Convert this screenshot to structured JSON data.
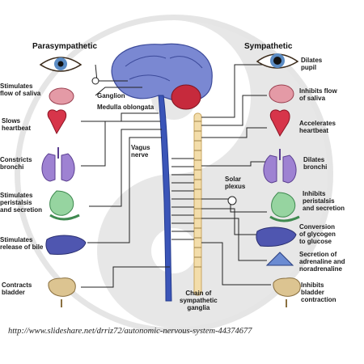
{
  "headers": {
    "parasympathetic": "Parasympathetic",
    "sympathetic": "Sympathetic"
  },
  "left_labels": [
    "Stimulates\nflow of saliva",
    "Slows\nheartbeat",
    "Constricts\nbronchi",
    "Stimulates\nperistalsis\nand secretion",
    "Stimulates\nrelease of bile",
    "Contracts\nbladder"
  ],
  "right_labels": [
    "Dilates\npupil",
    "Inhibits flow\nof saliva",
    "Accelerates\nheartbeat",
    "Dilates\nbronchi",
    "Inhibits\nperistalsis\nand secretion",
    "Conversion\nof glycogen\nto glucose",
    "Secretion of\nadrenaline and\nnoradrenaline",
    "Inhibits\nbladder\ncontraction"
  ],
  "center_labels": {
    "ganglion": "Ganglion",
    "medulla": "Medulla oblongata",
    "vagus": "Vagus\nnerve",
    "solar": "Solar\nplexus",
    "chain": "Chain of\nsympathetic\nganglia"
  },
  "source_url": "http://www.slideshare.net/drriz72/autonomic-nervous-system-44374677",
  "colors": {
    "spine": "#3b55b8",
    "brain": "#6a79c8",
    "cerebellum": "#c0283a",
    "chain": "#f0d9a0",
    "organ_heart": "#d7354a",
    "organ_lung": "#8b6ec4",
    "organ_gut": "#8fcf9a",
    "organ_liver": "#4f56b0",
    "organ_bladder": "#d9c08a",
    "yinyang": "#d6d6d6"
  }
}
